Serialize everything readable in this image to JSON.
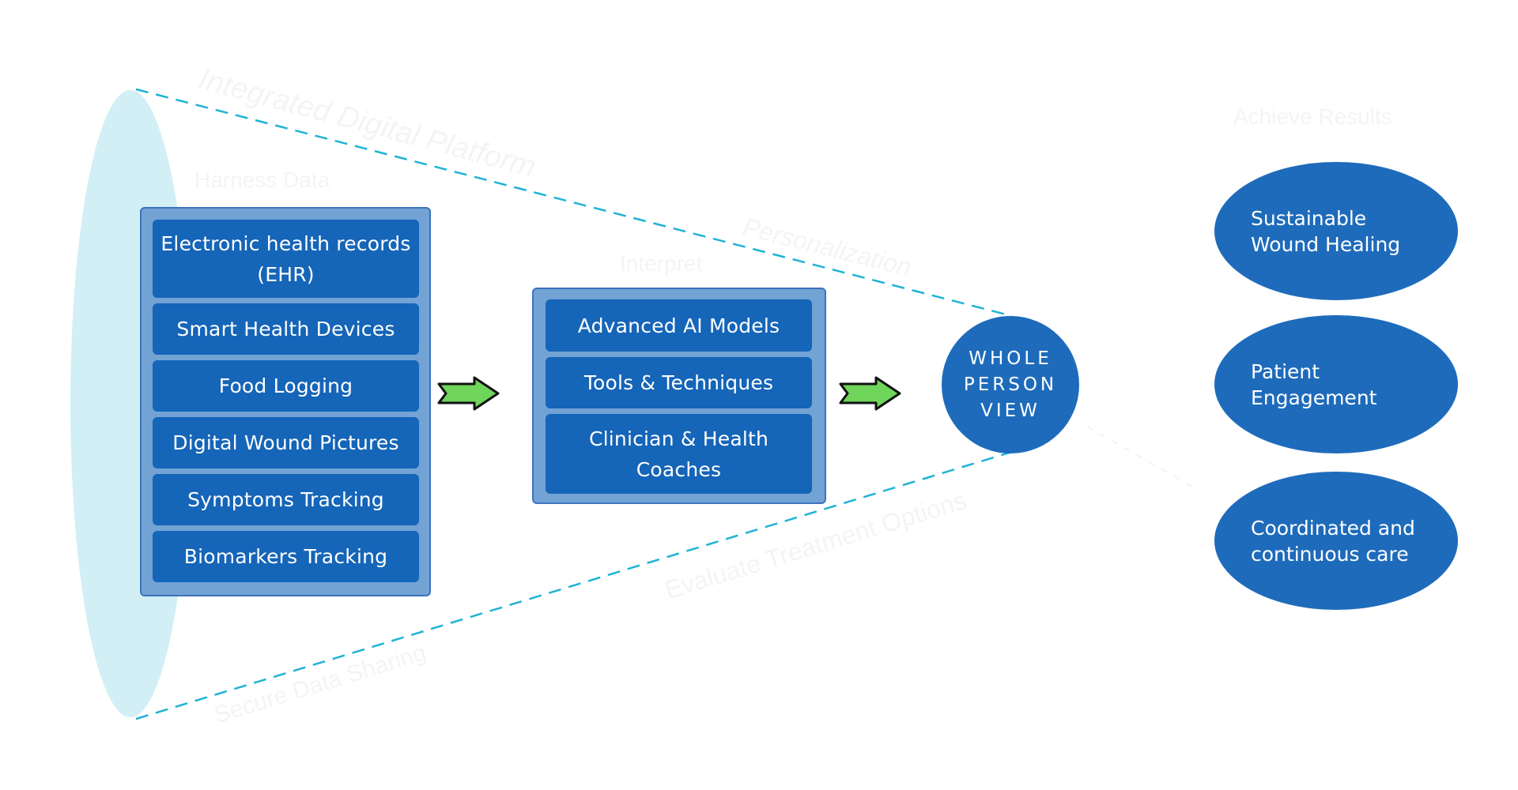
{
  "colors": {
    "cone_fill": "#d3eff6",
    "dashed_line": "#1fb3d6",
    "panel_fill": "#72a3d4",
    "item_fill": "#1565b8",
    "circle_fill": "#1e6bbb",
    "arrow_fill": "#6fd55b",
    "faint_text": "#f4f4f4"
  },
  "faint_labels": {
    "platform": "Integrated Digital Platform",
    "harness": "Harness Data",
    "interpret": "Interpret",
    "personalization": "Personalization",
    "evaluate": "Evaluate Treatment Options",
    "secure": "Secure Data Sharing",
    "achieve": "Achieve Results"
  },
  "data_sources": {
    "items": [
      {
        "label": "Electronic health records (EHR)"
      },
      {
        "label": "Smart Health Devices"
      },
      {
        "label": "Food Logging"
      },
      {
        "label": "Digital Wound Pictures"
      },
      {
        "label": "Symptoms Tracking"
      },
      {
        "label": "Biomarkers Tracking"
      }
    ]
  },
  "processing": {
    "items": [
      {
        "label": "Advanced AI Models"
      },
      {
        "label": "Tools & Techniques"
      },
      {
        "label": "Clinician & Health Coaches"
      }
    ]
  },
  "whole_person": {
    "line1": "WHOLE",
    "line2": "PERSON",
    "line3": "VIEW"
  },
  "outcomes": {
    "items": [
      {
        "label": "Sustainable Wound Healing"
      },
      {
        "label": "Patient Engagement"
      },
      {
        "label": "Coordinated and continuous care"
      }
    ]
  }
}
